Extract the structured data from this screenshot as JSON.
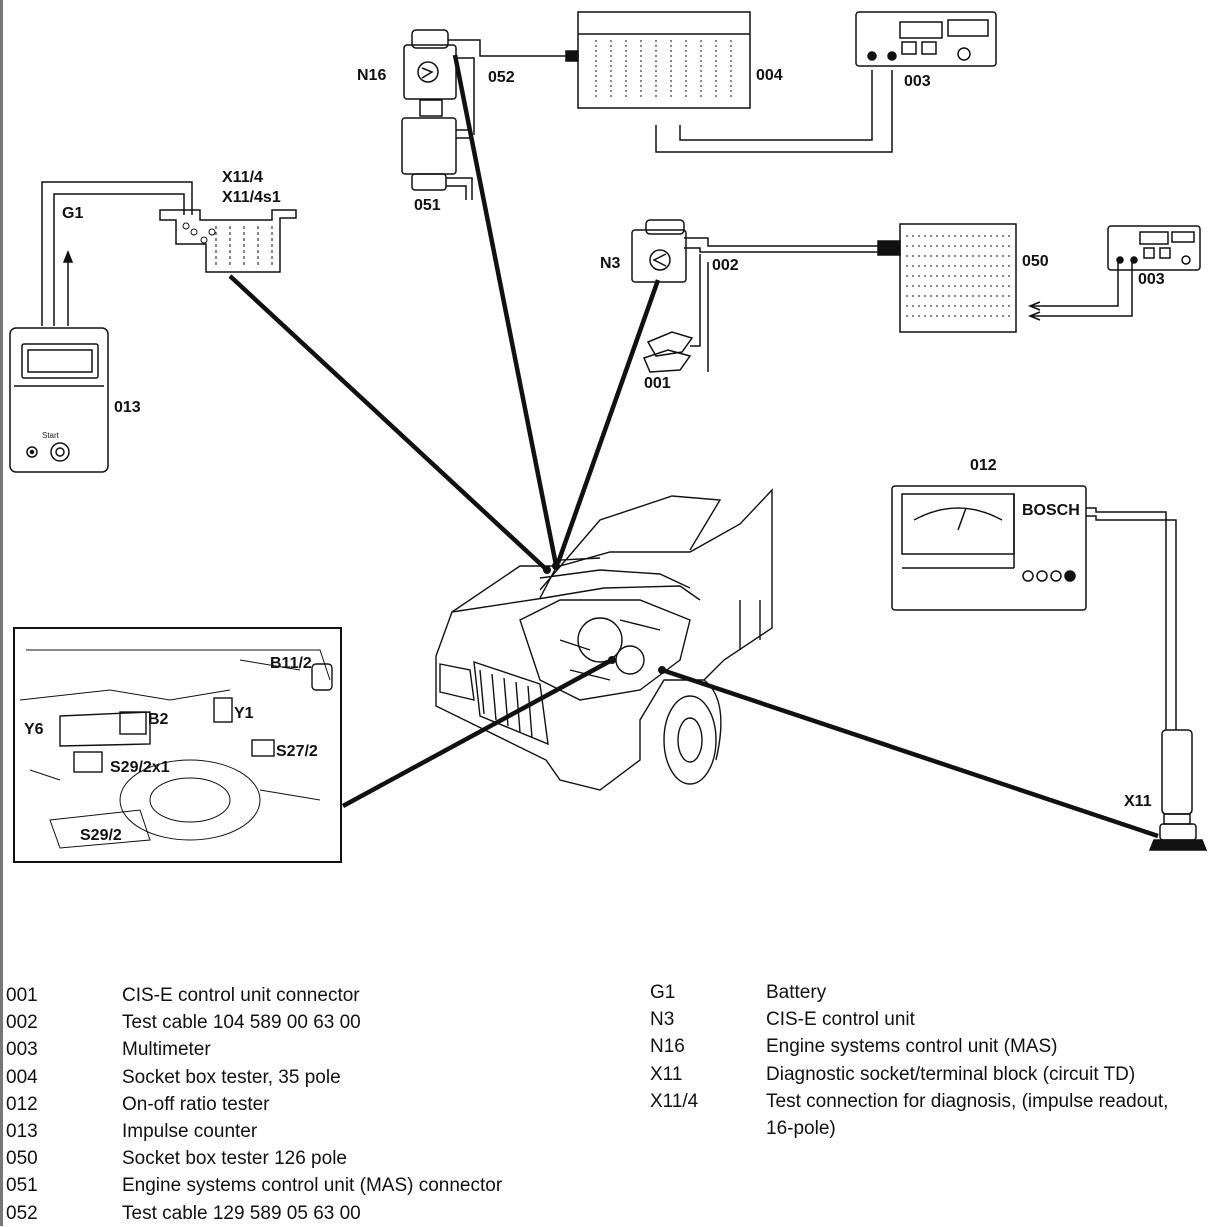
{
  "labels": {
    "n16": "N16",
    "c052": "052",
    "c004": "004",
    "c003a": "003",
    "c051": "051",
    "x114": "X11/4",
    "x114s1": "X11/4s1",
    "g1": "G1",
    "n3": "N3",
    "c002": "002",
    "c050": "050",
    "c003b": "003",
    "c001": "001",
    "c013": "013",
    "start": "Start",
    "c012": "012",
    "bosch": "BOSCH",
    "x11": "X11",
    "b112": "B11/2",
    "y1": "Y1",
    "y6": "Y6",
    "b2": "B2",
    "s272": "S27/2",
    "s292x1": "S29/2x1",
    "s292": "S29/2"
  },
  "legend_left": [
    {
      "code": "001",
      "desc": "CIS-E control unit connector"
    },
    {
      "code": "002",
      "desc": "Test cable 104 589 00 63 00"
    },
    {
      "code": "003",
      "desc": "Multimeter"
    },
    {
      "code": "004",
      "desc": "Socket box tester, 35 pole"
    },
    {
      "code": "012",
      "desc": "On-off ratio tester"
    },
    {
      "code": "013",
      "desc": "Impulse counter"
    },
    {
      "code": "050",
      "desc": "Socket box tester 126 pole"
    },
    {
      "code": "051",
      "desc": "Engine systems control unit (MAS) connector"
    },
    {
      "code": "052",
      "desc": "Test cable 129 589 05 63 00"
    }
  ],
  "legend_right": [
    {
      "code": "G1",
      "desc": "Battery"
    },
    {
      "code": "N3",
      "desc": "CIS-E control unit"
    },
    {
      "code": "N16",
      "desc": "Engine systems control unit (MAS)"
    },
    {
      "code": "X11",
      "desc": "Diagnostic socket/terminal block (circuit TD)"
    },
    {
      "code": "X11/4",
      "desc": "Test connection for diagnosis, (impulse readout,"
    },
    {
      "code": "",
      "desc": "16-pole)"
    }
  ]
}
